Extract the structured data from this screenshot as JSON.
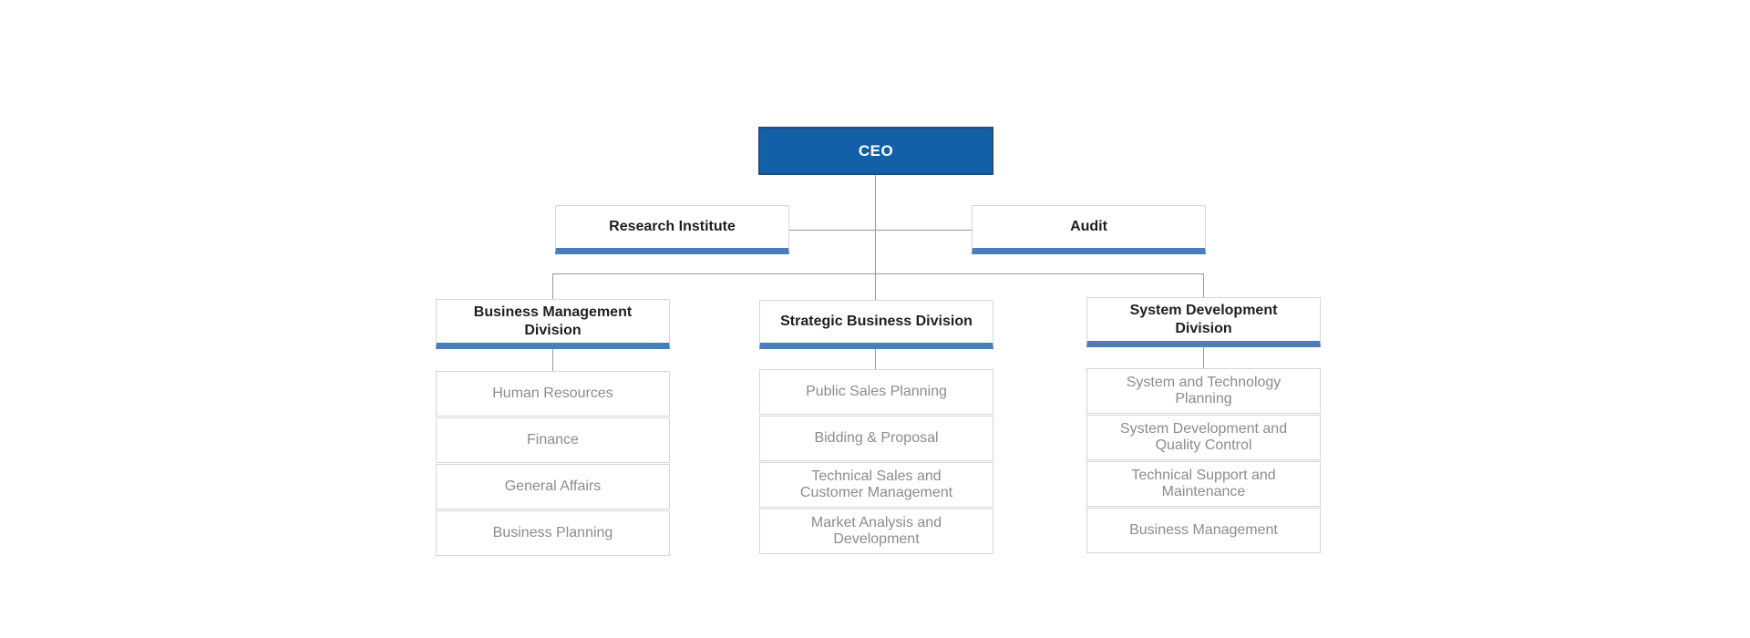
{
  "org_chart": {
    "ceo": {
      "label": "CEO"
    },
    "staff_units": [
      {
        "label": "Research Institute"
      },
      {
        "label": "Audit"
      }
    ],
    "divisions": [
      {
        "label": "Business Management\nDivision",
        "departments": [
          "Human Resources",
          "Finance",
          "General Affairs",
          "Business Planning"
        ]
      },
      {
        "label": "Strategic Business Division",
        "departments": [
          "Public Sales Planning",
          "Bidding & Proposal",
          "Technical Sales and\nCustomer Management",
          "Market Analysis and\nDevelopment"
        ]
      },
      {
        "label": "System Development\nDivision",
        "departments": [
          "System and Technology\nPlanning",
          "System Development and\nQuality Control",
          "Technical Support and\nMaintenance",
          "Business Management"
        ]
      }
    ],
    "colors": {
      "background": "#ffffff",
      "ceo_fill": "#1261a8",
      "ceo_border": "#2b4a73",
      "ceo_text": "#ffffff",
      "accent_bar": "#4a7ebb",
      "box_border": "#d6d6d6",
      "connector_line": "#9b9b9b",
      "header_text": "#1f1f1f",
      "department_text": "#8c8c8c"
    }
  }
}
